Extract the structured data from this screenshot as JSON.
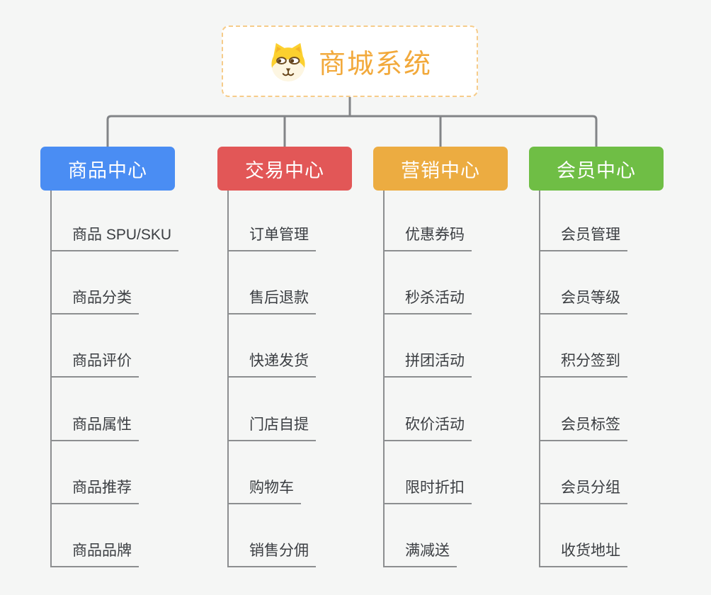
{
  "page": {
    "background_color": "#f5f6f5",
    "connector_color": "#828487",
    "child_line_color": "#8c8e90",
    "child_text_color": "#3b3e42"
  },
  "root": {
    "title": "商城系统",
    "icon": "dog-face-icon",
    "title_color": "#f2a93b",
    "border_color": "#f6cc8a",
    "background": "#ffffff"
  },
  "branches": [
    {
      "label": "商品中心",
      "color": "#4a8df3",
      "children": [
        "商品 SPU/SKU",
        "商品分类",
        "商品评价",
        "商品属性",
        "商品推荐",
        "商品品牌"
      ]
    },
    {
      "label": "交易中心",
      "color": "#e25757",
      "children": [
        "订单管理",
        "售后退款",
        "快递发货",
        "门店自提",
        "购物车",
        "销售分佣"
      ]
    },
    {
      "label": "营销中心",
      "color": "#ecac41",
      "children": [
        "优惠券码",
        "秒杀活动",
        "拼团活动",
        "砍价活动",
        "限时折扣",
        "满减送"
      ]
    },
    {
      "label": "会员中心",
      "color": "#6fbe45",
      "children": [
        "会员管理",
        "会员等级",
        "积分签到",
        "会员标签",
        "会员分组",
        "收货地址"
      ]
    }
  ]
}
